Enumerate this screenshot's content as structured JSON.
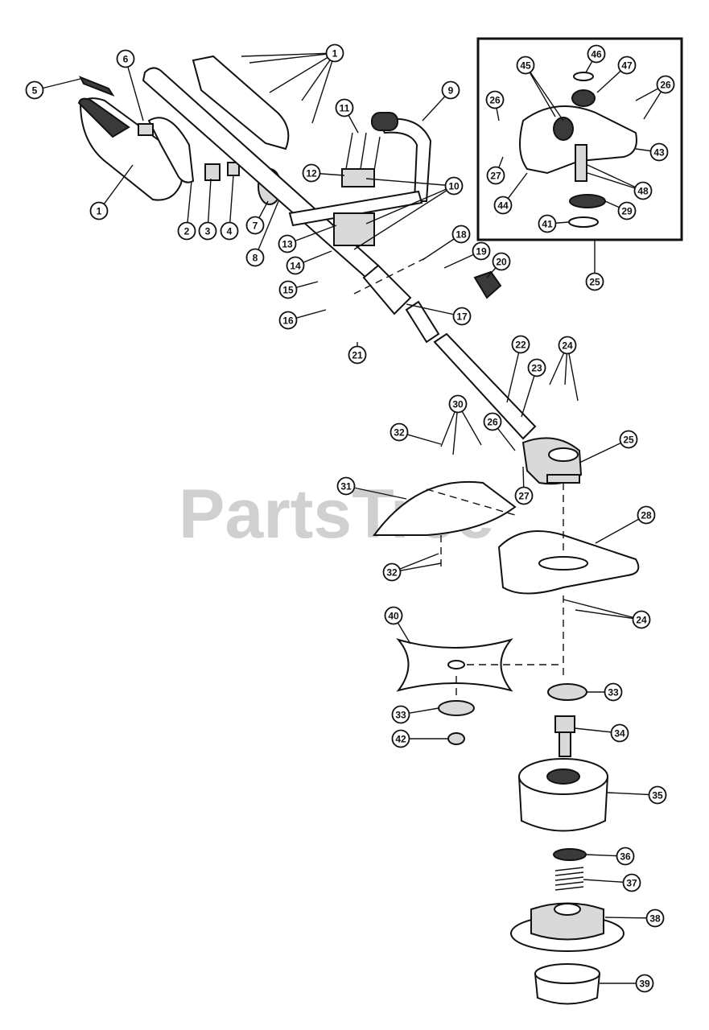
{
  "watermark": "PartsTree",
  "callouts": [
    {
      "id": "c1a",
      "label": "1"
    },
    {
      "id": "c1b",
      "label": "1"
    },
    {
      "id": "c2",
      "label": "2"
    },
    {
      "id": "c3",
      "label": "3"
    },
    {
      "id": "c4",
      "label": "4"
    },
    {
      "id": "c5",
      "label": "5"
    },
    {
      "id": "c6",
      "label": "6"
    },
    {
      "id": "c7",
      "label": "7"
    },
    {
      "id": "c8",
      "label": "8"
    },
    {
      "id": "c9",
      "label": "9"
    },
    {
      "id": "c10",
      "label": "10"
    },
    {
      "id": "c11",
      "label": "11"
    },
    {
      "id": "c12",
      "label": "12"
    },
    {
      "id": "c13",
      "label": "13"
    },
    {
      "id": "c14",
      "label": "14"
    },
    {
      "id": "c15",
      "label": "15"
    },
    {
      "id": "c16",
      "label": "16"
    },
    {
      "id": "c17",
      "label": "17"
    },
    {
      "id": "c18",
      "label": "18"
    },
    {
      "id": "c19",
      "label": "19"
    },
    {
      "id": "c20",
      "label": "20"
    },
    {
      "id": "c21",
      "label": "21"
    },
    {
      "id": "c22",
      "label": "22"
    },
    {
      "id": "c23",
      "label": "23"
    },
    {
      "id": "c24a",
      "label": "24"
    },
    {
      "id": "c24b",
      "label": "24"
    },
    {
      "id": "c25a",
      "label": "25"
    },
    {
      "id": "c25b",
      "label": "25"
    },
    {
      "id": "c26a",
      "label": "26"
    },
    {
      "id": "c26b",
      "label": "26"
    },
    {
      "id": "c26c",
      "label": "26"
    },
    {
      "id": "c27a",
      "label": "27"
    },
    {
      "id": "c27b",
      "label": "27"
    },
    {
      "id": "c28",
      "label": "28"
    },
    {
      "id": "c29",
      "label": "29"
    },
    {
      "id": "c30",
      "label": "30"
    },
    {
      "id": "c31",
      "label": "31"
    },
    {
      "id": "c32a",
      "label": "32"
    },
    {
      "id": "c32b",
      "label": "32"
    },
    {
      "id": "c33a",
      "label": "33"
    },
    {
      "id": "c33b",
      "label": "33"
    },
    {
      "id": "c34",
      "label": "34"
    },
    {
      "id": "c35",
      "label": "35"
    },
    {
      "id": "c36",
      "label": "36"
    },
    {
      "id": "c37",
      "label": "37"
    },
    {
      "id": "c38",
      "label": "38"
    },
    {
      "id": "c39",
      "label": "39"
    },
    {
      "id": "c40",
      "label": "40"
    },
    {
      "id": "c41",
      "label": "41"
    },
    {
      "id": "c42",
      "label": "42"
    },
    {
      "id": "c43",
      "label": "43"
    },
    {
      "id": "c44",
      "label": "44"
    },
    {
      "id": "c45",
      "label": "45"
    },
    {
      "id": "c46",
      "label": "46"
    },
    {
      "id": "c47",
      "label": "47"
    },
    {
      "id": "c48",
      "label": "48"
    }
  ]
}
